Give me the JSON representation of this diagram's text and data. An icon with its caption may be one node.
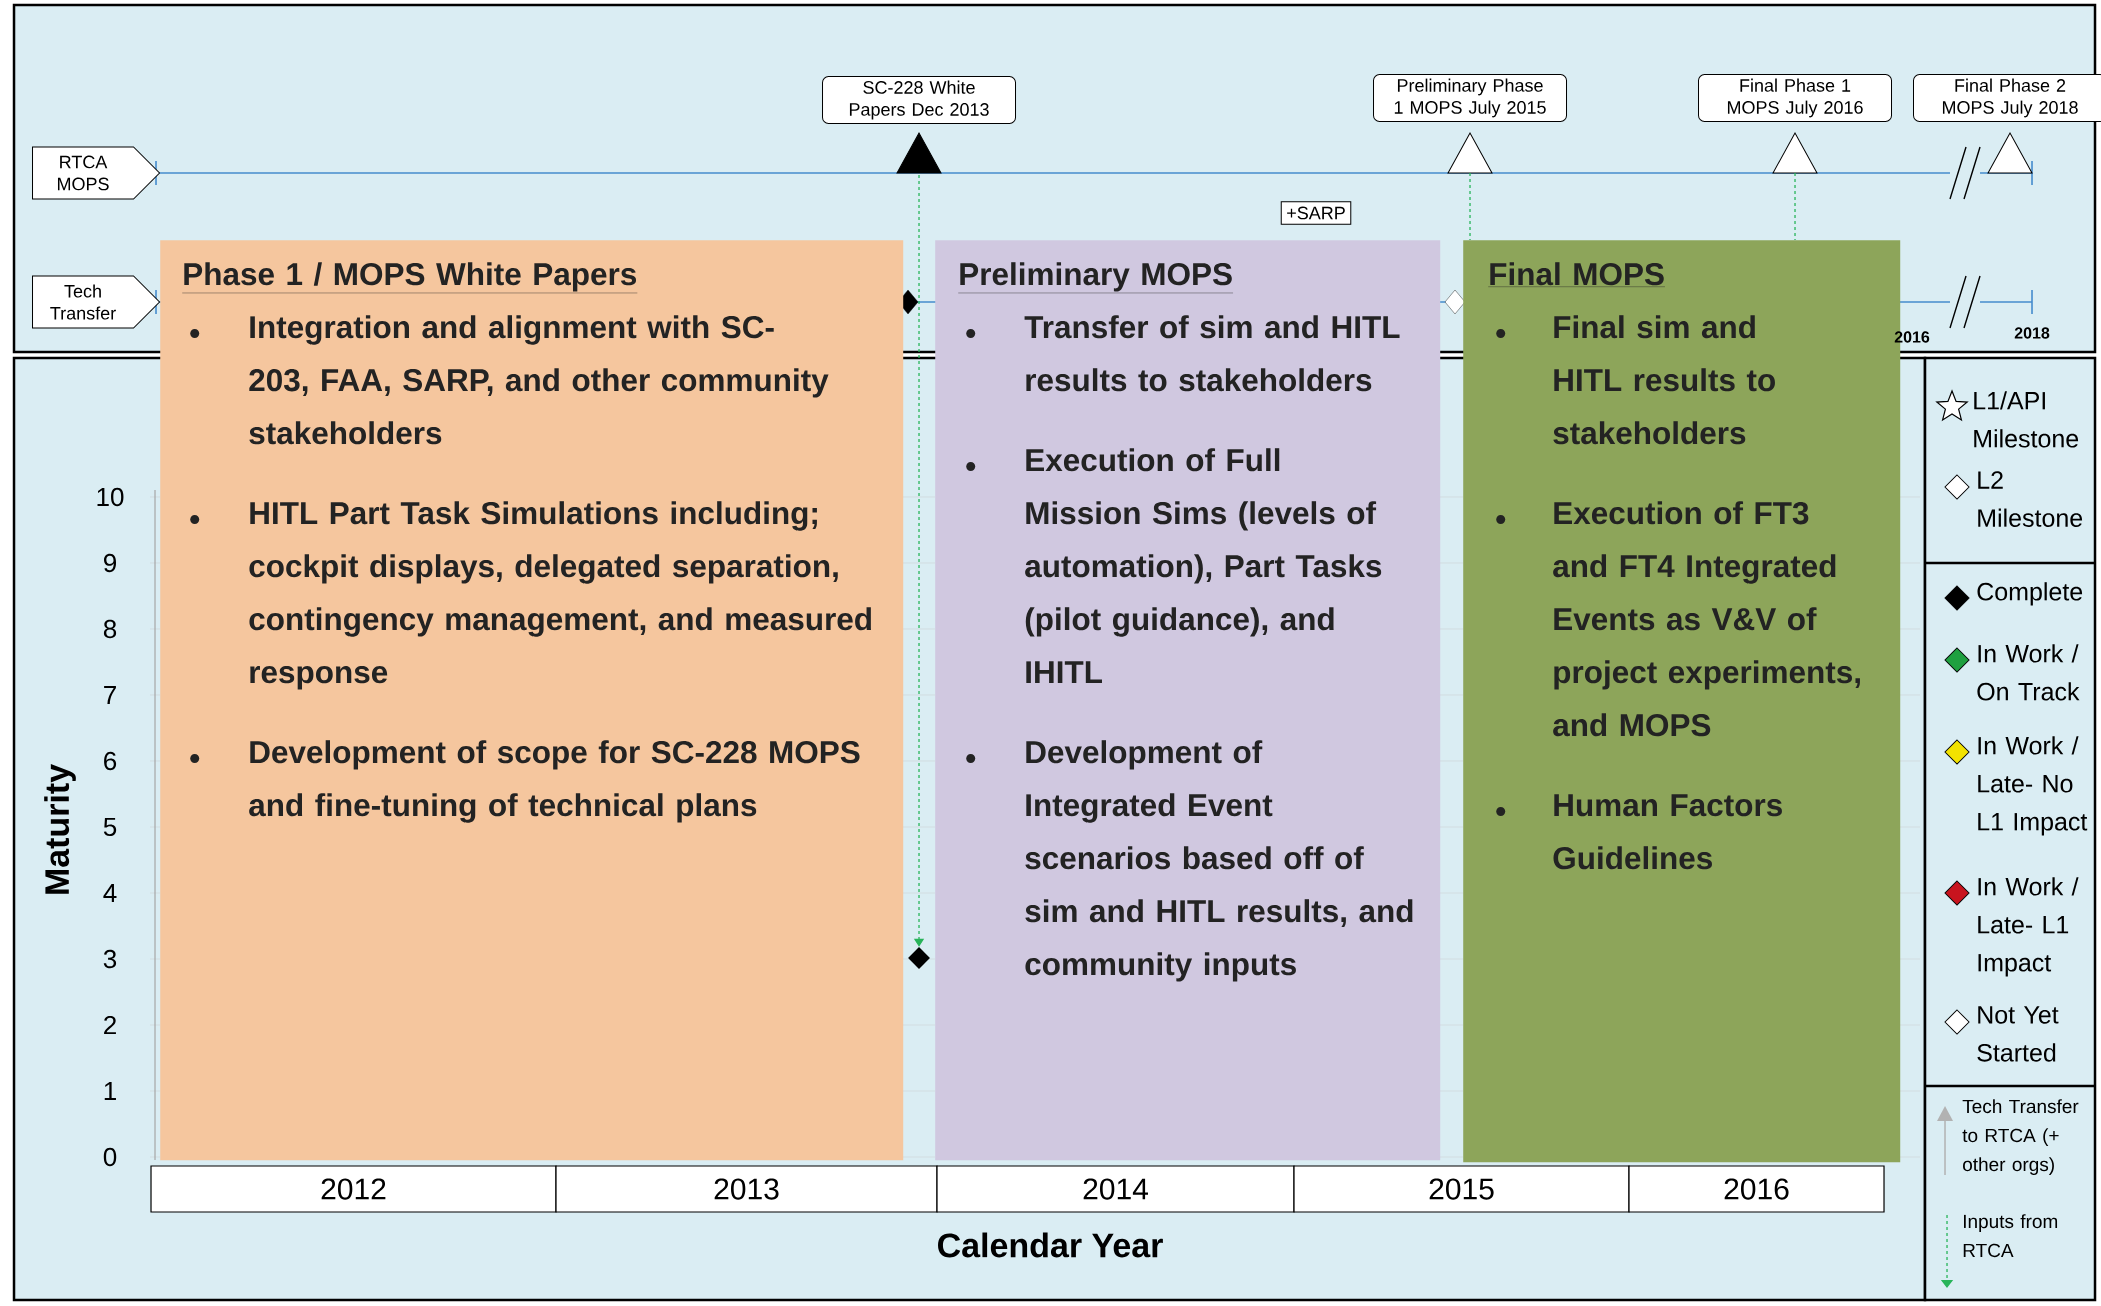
{
  "diagram": {
    "nodes": [
      {
        "text": [
          "RTCA MOPS"
        ]
      },
      {
        "text": [
          "Tech Transfer"
        ]
      },
      {
        "text": [
          "SC-228 White Papers Dec 2013"
        ]
      },
      {
        "text": [
          "Preliminary Phase 1 MOPS July 2015"
        ]
      },
      {
        "text": [
          "Final Phase 1 MOPS July 2016"
        ]
      },
      {
        "text": [
          "Final Phase 2 MOPS July 2018"
        ]
      },
      {
        "text": [
          "+SARP"
        ]
      },
      {
        "text": [
          "Phase 1 / MOPS White Papers",
          "Integration and alignment with SC-203, FAA, SARP, and other community stakeholders",
          "HITL Part Task Simulations including; cockpit displays, delegated separation, contingency management, and measured response",
          "Development of scope for SC-228 MOPS and fine-tuning of technical plans"
        ]
      },
      {
        "text": [
          "Preliminary MOPS",
          "Transfer of sim and HITL results to stakeholders",
          "Execution of Full Mission Sims (levels of automation), Part Tasks (pilot guidance), and IHITL",
          "Development of Integrated Event scenarios based off of sim and HITL results, and community inputs"
        ]
      },
      {
        "text": [
          "Final MOPS",
          "Final sim and HITL results to stakeholders",
          "Execution of FT3 and FT4 Integrated Events as V&V of project experiments, and MOPS",
          "Human Factors Guidelines"
        ]
      },
      {
        "text": [],
        "shape": "diamond"
      }
    ],
    "edges": [
      {
        "from": 2,
        "to": 10,
        "arrow": "to",
        "style": "dashed",
        "color": "#28b45a"
      },
      {
        "from": 3,
        "to": 9,
        "arrow": "none",
        "style": "dashed",
        "color": "#28b45a"
      },
      {
        "from": 4,
        "to": 9,
        "arrow": "none",
        "style": "dashed",
        "color": "#28b45a"
      }
    ],
    "labels": [
      "2016",
      "2018",
      "10",
      "9",
      "8",
      "7",
      "6",
      "5",
      "4",
      "3",
      "2",
      "1",
      "0",
      "Maturity",
      "2012",
      "2013",
      "2014",
      "2015",
      "2016",
      "Calendar Year"
    ],
    "legend": [
      {
        "text": "L1/API Milestone"
      },
      {
        "text": "L2 Milestone"
      },
      {
        "text": "Complete",
        "color": "#000000"
      },
      {
        "text": "In Work / On Track",
        "color": "#1fa040"
      },
      {
        "text": "In Work / Late- No L1 Impact",
        "color": "#f2e200"
      },
      {
        "text": "In Work / Late- L1 Impact",
        "color": "#c8141e"
      },
      {
        "text": "Not Yet Started",
        "color": "#ffffff"
      },
      {
        "text": "Tech Transfer to RTCA (+ other orgs)"
      },
      {
        "text": "Inputs from RTCA"
      }
    ]
  }
}
